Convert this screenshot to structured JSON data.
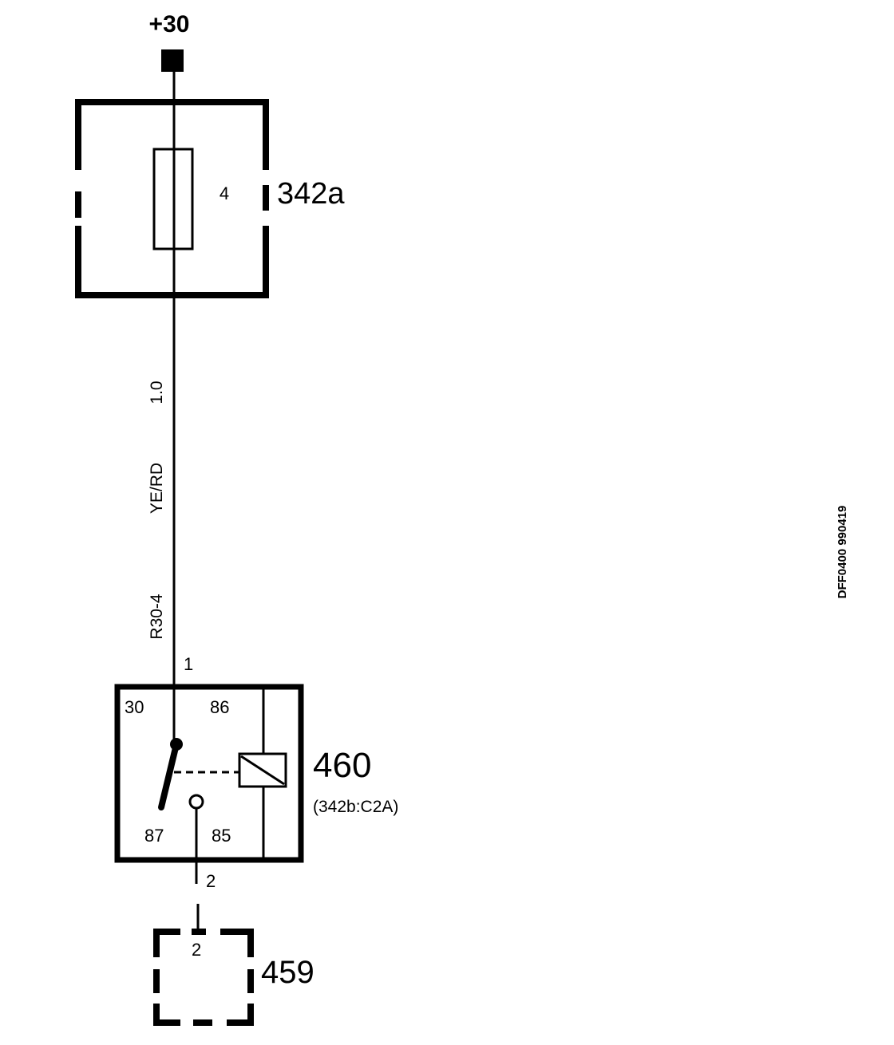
{
  "supply": {
    "label": "+30"
  },
  "fuse_box": {
    "id": "342a",
    "fuse_number": "4"
  },
  "wire": {
    "size": "1.0",
    "color": "YE/RD",
    "code": "R30-4"
  },
  "relay": {
    "id": "460",
    "location": "(342b:C2A)",
    "pins": {
      "p30": "30",
      "p86": "86",
      "p87": "87",
      "p85": "85"
    },
    "connector_top": "1",
    "connector_bottom": "2"
  },
  "component_459": {
    "id": "459",
    "pin": "2"
  },
  "drawing_ref": "DFF0400 990419"
}
